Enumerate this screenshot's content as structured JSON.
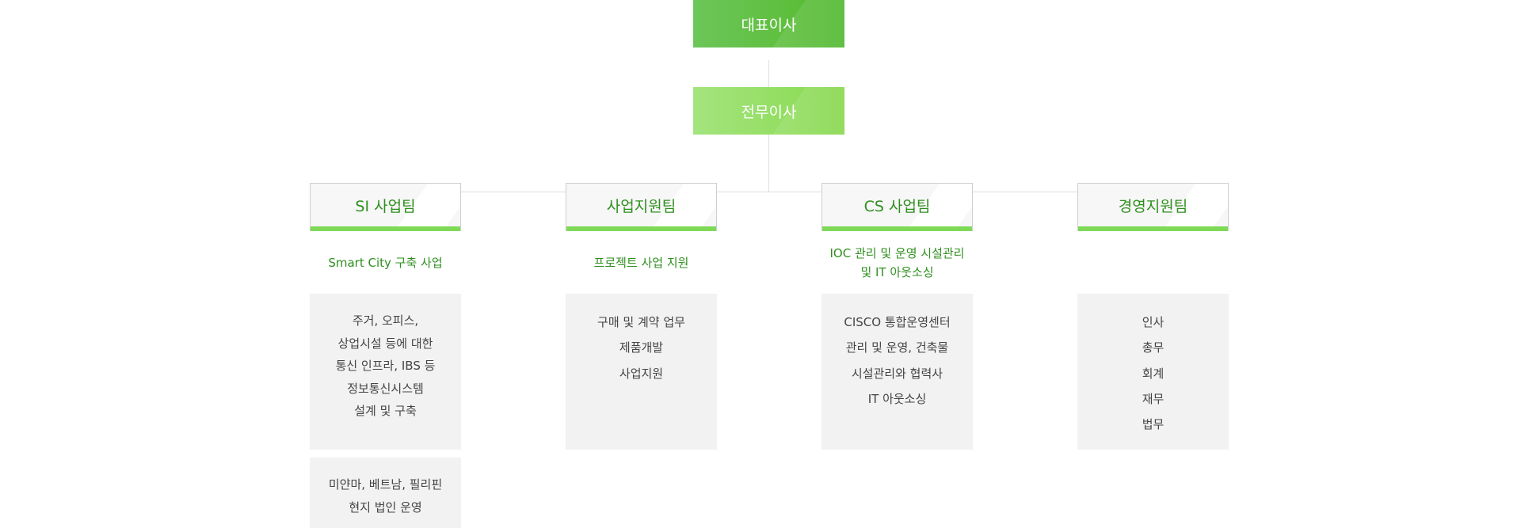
{
  "top": {
    "ceo": "대표이사",
    "director": "전무이사"
  },
  "teams": [
    {
      "name": "SI 사업팀",
      "desc": [
        "Smart City 구축 사업"
      ],
      "duties": [
        "주거, 오피스,",
        "상업시설 등에 대한",
        "통신 인프라, IBS 등",
        "정보통신시스템",
        "설계 및 구축"
      ],
      "extra": [
        "미얀마, 베트남, 필리핀",
        "현지 법인 운영"
      ]
    },
    {
      "name": "사업지원팀",
      "desc": [
        "프로젝트 사업 지원"
      ],
      "duties": [
        "구매 및 계약 업무",
        "제품개발",
        "사업지원"
      ]
    },
    {
      "name": "CS 사업팀",
      "desc": [
        "IOC 관리 및 운영 시설관리",
        "및 IT 아웃소싱"
      ],
      "duties": [
        "CISCO 통합운영센터",
        "관리 및 운영, 건축물",
        "시설관리와 협력사",
        "IT 아웃소싱"
      ]
    },
    {
      "name": "경영지원팀",
      "desc": [],
      "duties": [
        "인사",
        "총무",
        "회계",
        "재무",
        "법무"
      ]
    }
  ],
  "colors": {
    "ceo": "#5fbf3e",
    "director": "#93de62",
    "team_text": "#2f8f1f",
    "accent_bar": "#7ed957",
    "duty_bg": "#f2f2f2",
    "connector": "#dedede"
  }
}
